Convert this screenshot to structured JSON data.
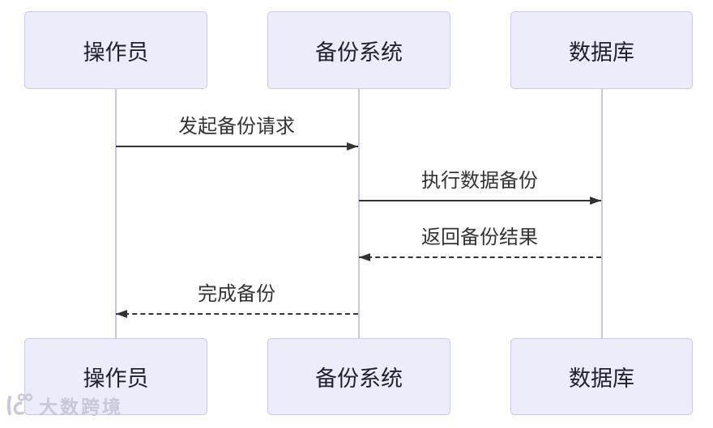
{
  "diagram": {
    "type": "sequence",
    "actors": [
      {
        "name": "操作员"
      },
      {
        "name": "备份系统"
      },
      {
        "name": "数据库"
      }
    ],
    "messages": [
      {
        "label": "发起备份请求",
        "from": "操作员",
        "to": "备份系统",
        "line": "solid",
        "direction": "right"
      },
      {
        "label": "执行数据备份",
        "from": "备份系统",
        "to": "数据库",
        "line": "solid",
        "direction": "right"
      },
      {
        "label": "返回备份结果",
        "from": "数据库",
        "to": "备份系统",
        "line": "dashed",
        "direction": "left"
      },
      {
        "label": "完成备份",
        "from": "备份系统",
        "to": "操作员",
        "line": "dashed",
        "direction": "left"
      }
    ]
  },
  "watermark": {
    "logo_icon": "k100-logo",
    "text": "大数跨境"
  },
  "colors": {
    "actor_fill": "#ececfb",
    "actor_border": "#cbc8ec",
    "lifeline": "#ccc5e6",
    "message": "#333333",
    "watermark": "#c8c8da",
    "background": "#ffffff"
  }
}
